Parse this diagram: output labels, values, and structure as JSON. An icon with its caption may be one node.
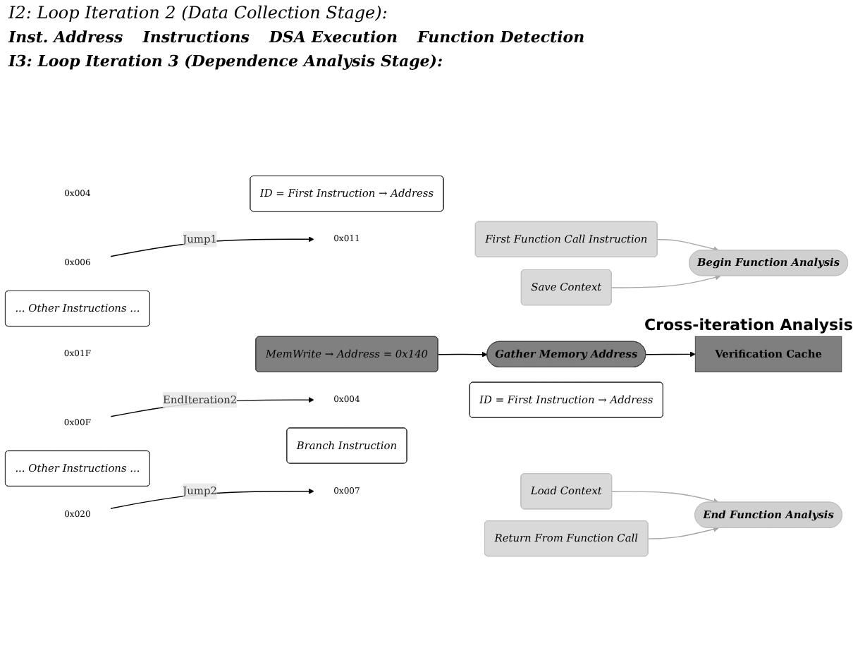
{
  "diagram": {
    "title": "I2: Loop Iteration 2 (Data Collection Stage):",
    "nodes": [
      {
        "text": [
          "0x004"
        ]
      },
      {
        "text": [
          "ID = First Instruction → Address"
        ]
      },
      {
        "text": [
          "0x006"
        ]
      },
      {
        "text": [
          "Save Context"
        ]
      },
      {
        "text": [
          "0x011"
        ]
      },
      {
        "text": [
          "First Function Call Instruction"
        ]
      },
      {
        "text": [
          "... Other Instructions ..."
        ]
      },
      {
        "text": [
          "0x01F"
        ]
      },
      {
        "text": [
          "MemWrite → Address = 0x140"
        ]
      },
      {
        "text": [
          "0x020"
        ]
      },
      {
        "text": [
          "Return From Function Call"
        ]
      },
      {
        "text": [
          "0x007"
        ]
      },
      {
        "text": [
          "Load Context"
        ]
      },
      {
        "text": [
          "... Other Instructions ..."
        ]
      },
      {
        "text": [
          "0x00F"
        ]
      },
      {
        "text": [
          "Branch Instruction"
        ]
      },
      {
        "text": [
          "0x004"
        ]
      },
      {
        "text": [
          "ID = First Instruction → Address"
        ]
      },
      {
        "text": [
          "Begin Function Analysis"
        ]
      },
      {
        "text": [
          "Gather Memory Address"
        ]
      },
      {
        "text": [
          "Verification Cache"
        ],
        "beside": [
          "Cross-iteration Analysis"
        ]
      },
      {
        "text": [
          "End Function Analysis"
        ]
      }
    ],
    "edges": [
      {
        "from": 2,
        "to": 4,
        "arrow": "to",
        "label": "Jump1"
      },
      {
        "from": 3,
        "to": 18,
        "arrow": "to",
        "color": "#a6a6a6"
      },
      {
        "from": 5,
        "to": 18,
        "arrow": "to",
        "color": "#a6a6a6"
      },
      {
        "from": 8,
        "to": 19,
        "arrow": "to"
      },
      {
        "from": 19,
        "to": 20,
        "arrow": "to"
      },
      {
        "from": 9,
        "to": 11,
        "arrow": "to",
        "label": "Jump2"
      },
      {
        "from": 10,
        "to": 21,
        "arrow": "to",
        "color": "#a6a6a6"
      },
      {
        "from": 12,
        "to": 21,
        "arrow": "to",
        "color": "#a6a6a6"
      },
      {
        "from": 14,
        "to": 16,
        "arrow": "to",
        "label": "EndIteration2"
      }
    ],
    "labels": [
      "Inst. Address",
      "Instructions",
      "DSA Execution",
      "Function Detection",
      "I3: Loop Iteration 3 (Dependence Analysis Stage):"
    ]
  }
}
